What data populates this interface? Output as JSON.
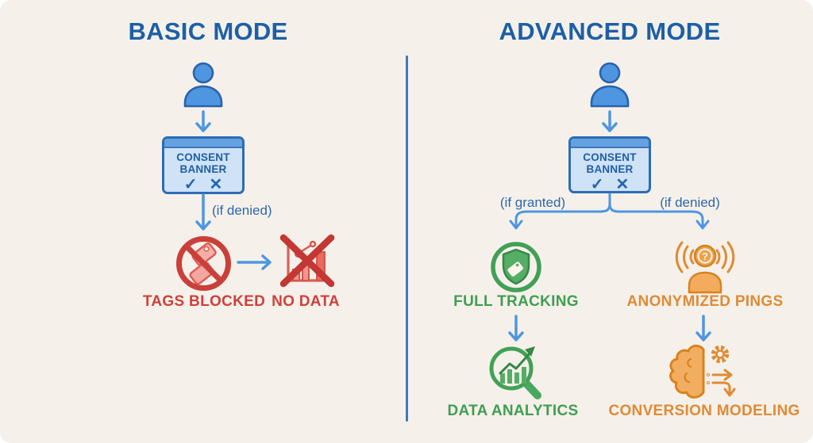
{
  "header": {
    "basic_title": "BASIC MODE",
    "advanced_title": "ADVANCED MODE"
  },
  "consent_banner": {
    "line1": "CONSENT",
    "line2": "BANNER",
    "check_glyph": "✓",
    "cross_glyph": "✕"
  },
  "basic_flow": {
    "condition_label": "(if denied)",
    "step1_label": "TAGS BLOCKED",
    "step2_label": "NO DATA"
  },
  "advanced_flow": {
    "granted_condition_label": "(if granted)",
    "denied_condition_label": "(if denied)",
    "granted_step1_label": "FULL TRACKING",
    "granted_step2_label": "DATA ANALYTICS",
    "denied_step1_label": "ANONYMIZED PINGS",
    "denied_step2_label": "CONVERSION MODELING",
    "pings_question_glyph": "?"
  },
  "colors": {
    "background": "#f5f1ea",
    "title_blue": "#1d5fa7",
    "arrow_blue": "#4f96e0",
    "outline_blue": "#2d6cb5",
    "banner_fill": "#cfe2f6",
    "banner_header_fill": "#64a2e0",
    "red": "#ce403c",
    "light_red": "#f2a79f",
    "green": "#3f9e52",
    "orange": "#e08a35",
    "divider_blue": "#3b79c3"
  }
}
